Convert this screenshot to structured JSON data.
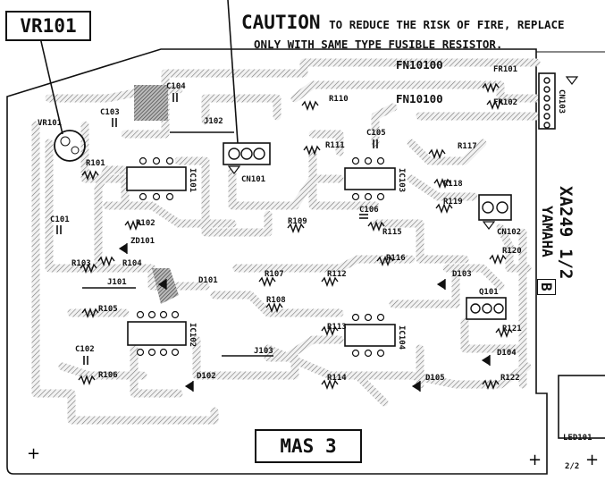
{
  "callouts": {
    "vr101": "VR101",
    "mas3": "MAS 3"
  },
  "caution": {
    "title": "CAUTION",
    "line1_rest": "TO REDUCE THE RISK OF FIRE, REPLACE",
    "line2": "ONLY WITH SAME TYPE FUSIBLE RESISTOR."
  },
  "board": {
    "model": "XA249",
    "part": "1/2",
    "brand": "YAMAHA",
    "rev": "B"
  },
  "fusible": {
    "fn1": "FN10100",
    "fn2": "FN10100"
  },
  "components": {
    "VR101": "VR101",
    "C103": "C103",
    "C104": "C104",
    "J102": "J102",
    "R110": "R110",
    "FR101": "FR101",
    "FR102": "FR102",
    "CN103": "CN103",
    "R101": "R101",
    "IC101": "IC101",
    "CN101": "CN101",
    "R111": "R111",
    "C105": "C105",
    "R117": "R117",
    "IC103": "IC103",
    "R118": "R118",
    "C101": "C101",
    "R102": "R102",
    "ZD101": "ZD101",
    "R109": "R109",
    "C106": "C106",
    "R115": "R115",
    "R119": "R119",
    "CN102": "CN102",
    "R120": "R120",
    "R103": "R103",
    "R104": "R104",
    "R116": "R116",
    "J101": "J101",
    "D101": "D101",
    "R107": "R107",
    "R112": "R112",
    "D103": "D103",
    "Q101": "Q101",
    "R108": "R108",
    "R105": "R105",
    "IC102": "IC102",
    "R113": "R113",
    "IC104": "IC104",
    "R121": "R121",
    "C102": "C102",
    "J103": "J103",
    "D104": "D104",
    "R106": "R106",
    "D102": "D102",
    "R114": "R114",
    "D105": "D105",
    "R122": "R122",
    "LED101": "LED101",
    "sub": "2/2"
  },
  "marks": {
    "plus": "+"
  }
}
